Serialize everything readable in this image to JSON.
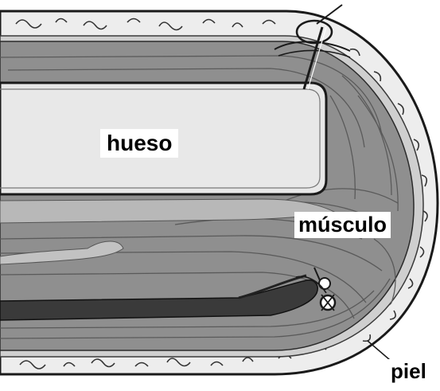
{
  "labels": {
    "bone": "hueso",
    "muscle": "músculo",
    "skin": "piel"
  },
  "colors": {
    "background": "#ffffff",
    "skin": "#ededed",
    "muscle": "#8f8f8f",
    "muscle_light": "#c2c2c2",
    "bone": "#e8e8e8",
    "vessel_dark": "#3a3a3a",
    "outline": "#1a1a1a"
  },
  "icons": {
    "wound_closure": "suture-ring-icon",
    "stitch_top": "stitch-knot-icon",
    "stitch_bottom": "stitch-knot-icon"
  }
}
